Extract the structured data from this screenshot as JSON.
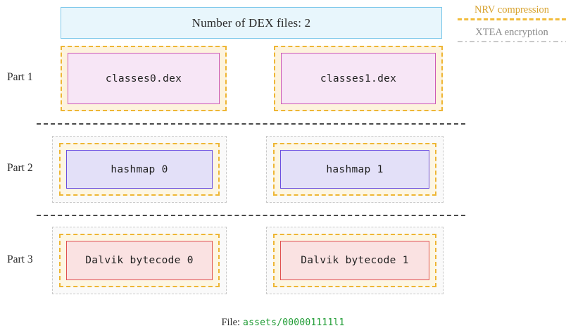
{
  "header": {
    "text": "Number of DEX files: 2",
    "fill_color": "#e8f6fc",
    "border_color": "#7ec8ea"
  },
  "legend": {
    "entries": [
      {
        "label": "NRV compression",
        "color": "#d6a02a",
        "line_color": "#f2bc3c",
        "line_style": "dashed"
      },
      {
        "label": "XTEA encryption",
        "color": "#8a8a8a",
        "line_color": "#cacaca",
        "line_style": "dash-dot"
      }
    ]
  },
  "parts": [
    {
      "label": "Part 1",
      "layers": [
        "nrv"
      ],
      "box_kind": "dex",
      "box_border_color": "#cc56b5",
      "box_fill_color": "#f7e6f6",
      "cells": [
        {
          "text": "classes0.dex"
        },
        {
          "text": "classes1.dex"
        }
      ]
    },
    {
      "label": "Part 2",
      "layers": [
        "xtea",
        "nrv"
      ],
      "box_kind": "hashmap",
      "box_border_color": "#6a4ee0",
      "box_fill_color": "#e3e0f8",
      "cells": [
        {
          "text": "hashmap 0"
        },
        {
          "text": "hashmap 1"
        }
      ]
    },
    {
      "label": "Part 3",
      "layers": [
        "xtea",
        "nrv"
      ],
      "box_kind": "dalvik",
      "box_border_color": "#e05050",
      "box_fill_color": "#fae2e2",
      "cells": [
        {
          "text": "Dalvik bytecode 0"
        },
        {
          "text": "Dalvik bytecode 1"
        }
      ]
    }
  ],
  "separators": [
    {
      "name": "separator-part1-part2"
    },
    {
      "name": "separator-part2-part3"
    }
  ],
  "footer": {
    "label": "File:",
    "value": "assets/000001111l1",
    "value_color": "#1f9c34"
  }
}
